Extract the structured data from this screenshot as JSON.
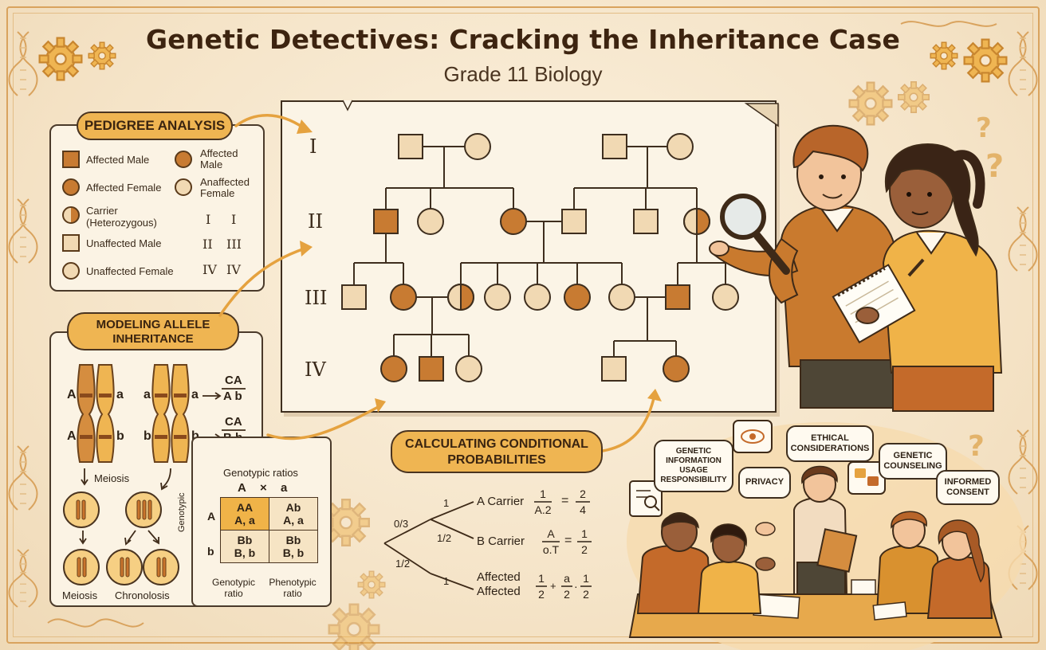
{
  "title": "Genetic Detectives: Cracking the Inheritance Case",
  "subtitle": "Grade 11 Biology",
  "pedigree_analysis": {
    "label": "PEDIGREE ANALYSIS",
    "legend": {
      "affected_male": "Affected Male",
      "affected_male_2": "Affected Male",
      "affected_female": "Affected Female",
      "unaffected_female_alt": "Anaffected Female",
      "carrier": "Carrier (Heterozygous)",
      "unaffected_male": "Unaffected Male",
      "unaffected_female": "Unaffected Female"
    },
    "roman_grid": [
      [
        "I",
        "I"
      ],
      [
        "II",
        "III"
      ],
      [
        "IV",
        "IV"
      ]
    ]
  },
  "pedigree_chart": {
    "generations": [
      "I",
      "II",
      "III",
      "IV"
    ]
  },
  "modeling": {
    "label": "MODELING ALLELE INHERITANCE",
    "chrom_left_labels": [
      "A",
      "A"
    ],
    "chrom_right_labels": [
      "a",
      "b"
    ],
    "chrom_mid_left_labels": [
      "a",
      "b"
    ],
    "chrom_mid_right_labels": [
      "a",
      "b"
    ],
    "fraction_top": {
      "num": "CA",
      "den": "A b"
    },
    "fraction_bottom": {
      "num": "CA",
      "den": "B b"
    },
    "meiosis_label": "Meiosis",
    "bottom_labels": [
      "Meiosis",
      "Chronolosis"
    ],
    "genotypic_ratios": "Genotypic ratios",
    "cross": {
      "left": "A",
      "op": "×",
      "right": "a"
    },
    "side_label": "Genotypic",
    "row_labels": [
      "A",
      "b"
    ],
    "cells": [
      [
        "AA",
        "A, a"
      ],
      [
        "Ab",
        "A, a"
      ],
      [
        "Bb",
        "B, b"
      ],
      [
        "Bb",
        "B, b"
      ]
    ],
    "ratio_labels": [
      "Genotypic ratio",
      "Phenotypic ratio"
    ]
  },
  "probabilities": {
    "label": "CALCULATING CONDITIONAL PROBABILITIES",
    "branch_labels": [
      "0/3",
      "1",
      "1/2",
      "1/2",
      "1"
    ],
    "rows": [
      {
        "name": "A Carrier",
        "eq": "=",
        "f1n": "1",
        "f1d": "A.2",
        "eq2": "=",
        "f2n": "2",
        "f2d": "4"
      },
      {
        "name": "B Carrier",
        "eq": "=",
        "f1n": "A",
        "f1d": "o.T",
        "eq2": "=",
        "f2n": "1",
        "f2d": "2"
      }
    ],
    "affected": {
      "line1": "Affected",
      "line2": "Affected",
      "eq": "=",
      "terms": [
        {
          "n": "1",
          "d": "2"
        },
        {
          "op": "+"
        },
        {
          "n": "a",
          "d": "2"
        },
        {
          "op": "·"
        },
        {
          "n": "1",
          "d": "2"
        }
      ]
    }
  },
  "discussion": {
    "bubbles": [
      "GENETIC INFORMATION USAGE RESPONSIBILITY",
      "PRIVACY",
      "ETHICAL CONSIDERATIONS",
      "GENETIC COUNSELING",
      "INFORMED CONSENT"
    ]
  },
  "colors": {
    "accent": "#efb552",
    "affected": "#c87b32",
    "unaffected": "#f1d9b3",
    "ink": "#3a2a1a"
  }
}
